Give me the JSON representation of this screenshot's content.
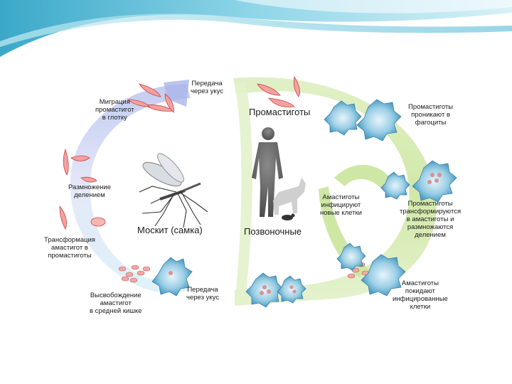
{
  "slide": {
    "header_colors": {
      "light": "#bfe6f0",
      "mid": "#7fcde0",
      "dark": "#3aa8c8"
    },
    "colors": {
      "vector_band": "#c9d2f2",
      "host_band": "#d7ecb4",
      "parasite": "#e06060",
      "cell": "#6fb8d8"
    }
  },
  "diagram": {
    "center_labels": {
      "mosquito": "Москит (самка)",
      "vertebrates": "Позвоночные",
      "promastigotes": "Промастиготы"
    },
    "stage_labels": {
      "transmission_top": [
        "Передача",
        "через укус"
      ],
      "migration": [
        "Миграция",
        "промастигот",
        "в глотку"
      ],
      "division": [
        "Размножение",
        "делением"
      ],
      "transformation": [
        "Трансформация",
        "амастигот в",
        "промастиготы"
      ],
      "release": [
        "Высвобождение",
        "амастигот",
        "в средней кишке"
      ],
      "transmission_bottom": [
        "Передача",
        "через укус"
      ],
      "penetrate": [
        "Промастиготы",
        "проникают в",
        "фагоциты"
      ],
      "infect": [
        "Амастиготы",
        "инфицируют",
        "новые клетки"
      ],
      "transform_multiply": [
        "Промастиготы",
        "трансформируются",
        "в амастиготы и",
        "размножаются",
        "делением"
      ],
      "leave_cells": [
        "Амастиготы",
        "покидают",
        "инфицированные",
        "клетки"
      ]
    }
  }
}
